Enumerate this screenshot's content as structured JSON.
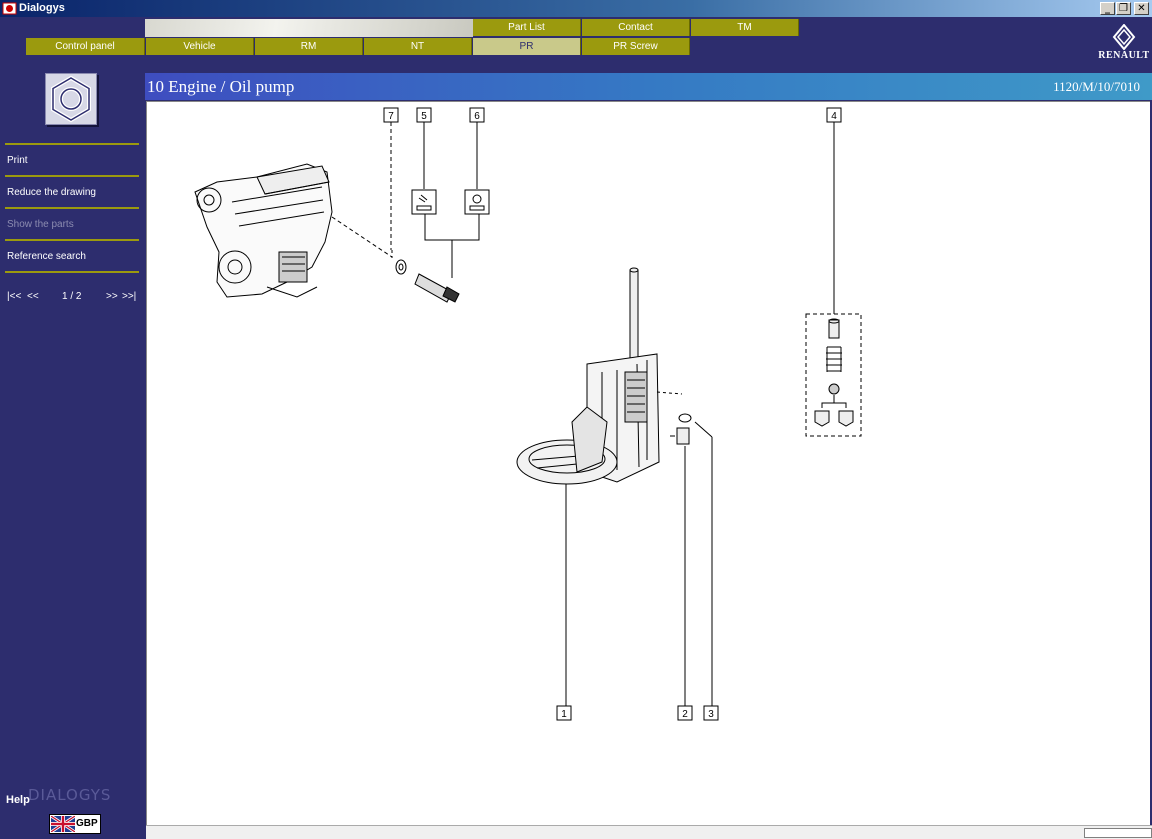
{
  "window": {
    "title": "Dialogys",
    "min": "_",
    "max": "❐",
    "close": "✕"
  },
  "nav": {
    "top": [
      "Part List",
      "Contact",
      "TM"
    ],
    "bottom": [
      "Control panel",
      "Vehicle",
      "RM",
      "NT",
      "PR",
      "PR Screw"
    ],
    "active": "PR"
  },
  "brand": {
    "name": "RENAULT"
  },
  "sidebar": {
    "menu": [
      {
        "label": "Print",
        "enabled": true
      },
      {
        "label": "Reduce the drawing",
        "enabled": true
      },
      {
        "label": "Show the parts",
        "enabled": false
      },
      {
        "label": "Reference search",
        "enabled": true
      }
    ],
    "pager": {
      "first": "|<<",
      "prev": "<<",
      "page": "1 / 2",
      "next": ">>",
      "last": ">>|"
    },
    "help": "Help",
    "watermark": "DIALOGYS",
    "language": "GBP"
  },
  "header": {
    "title": "10 Engine / Oil pump",
    "reference": "1120/M/10/7010"
  },
  "drawing": {
    "callouts": [
      "7",
      "5",
      "6",
      "4",
      "1",
      "2",
      "3"
    ]
  },
  "colors": {
    "accent": "#9b9a0e",
    "panel": "#2d2d6e"
  }
}
